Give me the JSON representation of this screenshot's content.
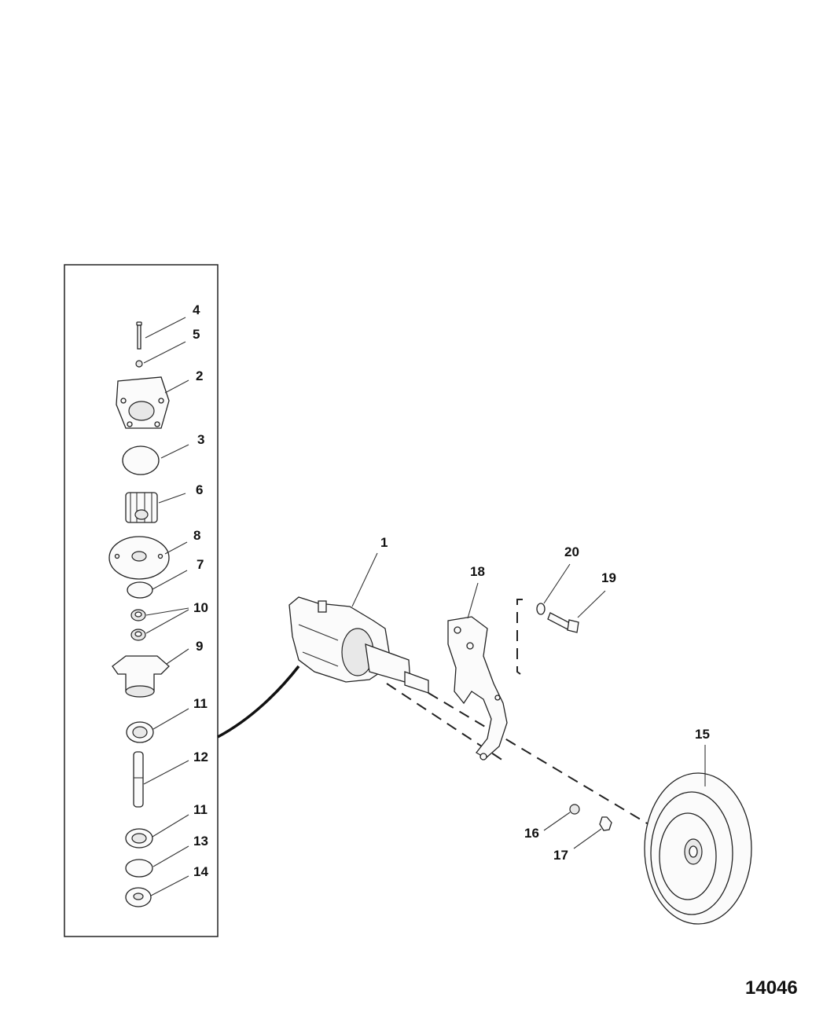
{
  "diagram": {
    "figure_number": "14046",
    "callouts": {
      "c1": "1",
      "c2": "2",
      "c3": "3",
      "c4": "4",
      "c5": "5",
      "c6": "6",
      "c7": "7",
      "c8": "8",
      "c9": "9",
      "c10": "10",
      "c11a": "11",
      "c11b": "11",
      "c12": "12",
      "c13": "13",
      "c14": "14",
      "c15": "15",
      "c16": "16",
      "c17": "17",
      "c18": "18",
      "c19": "19",
      "c20": "20"
    }
  }
}
